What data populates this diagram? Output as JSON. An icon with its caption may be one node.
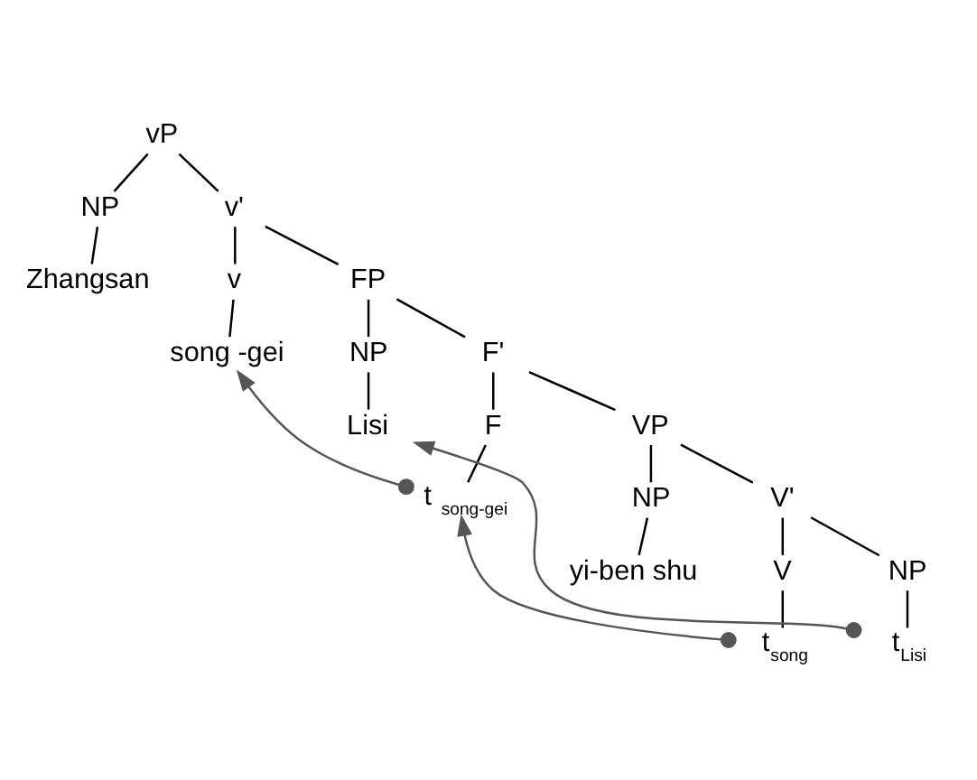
{
  "diagram": {
    "nodes": [
      {
        "text": [
          "vP"
        ]
      },
      {
        "text": [
          "NP"
        ]
      },
      {
        "text": [
          "v'"
        ]
      },
      {
        "text": [
          "Zhangsan"
        ]
      },
      {
        "text": [
          "v"
        ]
      },
      {
        "text": [
          "FP"
        ]
      },
      {
        "text": [
          "song -gei"
        ]
      },
      {
        "text": [
          "NP"
        ]
      },
      {
        "text": [
          "F'"
        ]
      },
      {
        "text": [
          "Lisi"
        ]
      },
      {
        "text": [
          "F"
        ]
      },
      {
        "text": [
          "VP"
        ]
      },
      {
        "text": [
          "t $_{song-gei}$"
        ]
      },
      {
        "text": [
          "NP"
        ]
      },
      {
        "text": [
          "V'"
        ]
      },
      {
        "text": [
          "yi-ben shu"
        ]
      },
      {
        "text": [
          "V"
        ]
      },
      {
        "text": [
          "NP"
        ]
      },
      {
        "text": [
          "t$_{song}$"
        ]
      },
      {
        "text": [
          "t$_{Lisi}$"
        ]
      }
    ],
    "edges": [
      {
        "from": 0,
        "to": 1,
        "arrow": "none"
      },
      {
        "from": 0,
        "to": 2,
        "arrow": "none"
      },
      {
        "from": 1,
        "to": 3,
        "arrow": "none"
      },
      {
        "from": 2,
        "to": 4,
        "arrow": "none"
      },
      {
        "from": 2,
        "to": 5,
        "arrow": "none"
      },
      {
        "from": 4,
        "to": 6,
        "arrow": "none"
      },
      {
        "from": 5,
        "to": 7,
        "arrow": "none"
      },
      {
        "from": 5,
        "to": 8,
        "arrow": "none"
      },
      {
        "from": 7,
        "to": 9,
        "arrow": "none"
      },
      {
        "from": 8,
        "to": 10,
        "arrow": "none"
      },
      {
        "from": 8,
        "to": 11,
        "arrow": "none"
      },
      {
        "from": 10,
        "to": 12,
        "arrow": "none"
      },
      {
        "from": 11,
        "to": 13,
        "arrow": "none"
      },
      {
        "from": 11,
        "to": 14,
        "arrow": "none"
      },
      {
        "from": 13,
        "to": 15,
        "arrow": "none"
      },
      {
        "from": 14,
        "to": 16,
        "arrow": "none"
      },
      {
        "from": 14,
        "to": 17,
        "arrow": "none"
      },
      {
        "from": 16,
        "to": 18,
        "arrow": "none"
      },
      {
        "from": 17,
        "to": 19,
        "arrow": "none"
      },
      {
        "from": 12,
        "to": 6,
        "arrow": "to"
      },
      {
        "from": 18,
        "to": 12,
        "arrow": "to"
      },
      {
        "from": 19,
        "to": 9,
        "arrow": "to"
      }
    ]
  }
}
